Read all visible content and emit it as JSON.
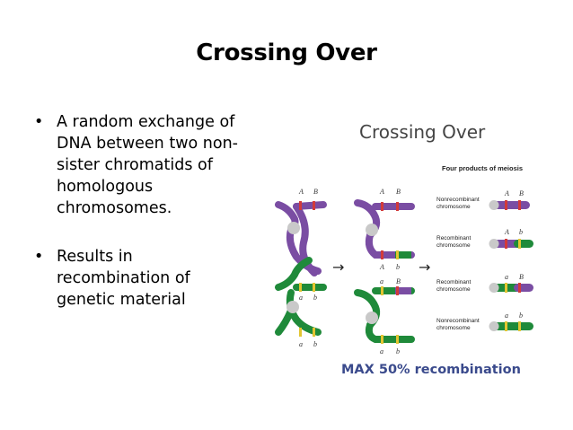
{
  "slide": {
    "title": "Crossing Over",
    "bullets": [
      "A random exchange of DNA between two non-sister chromatids of homologous chromosomes.",
      "Results in recombination of genetic material"
    ],
    "bullet_symbol": "•"
  },
  "figure": {
    "title": "Crossing Over",
    "products_heading": "Four products of meiosis",
    "products": [
      {
        "label_line1": "Nonrecombinant",
        "label_line2": "chromosome",
        "left_allele": "A",
        "right_allele": "B"
      },
      {
        "label_line1": "Recombinant",
        "label_line2": "chromosome",
        "left_allele": "A",
        "right_allele": "b"
      },
      {
        "label_line1": "Recombinant",
        "label_line2": "chromosome",
        "left_allele": "a",
        "right_allele": "B"
      },
      {
        "label_line1": "Nonrecombinant",
        "label_line2": "chromosome",
        "left_allele": "a",
        "right_allele": "b"
      }
    ],
    "upper_alleles": [
      "A",
      "B"
    ],
    "lower_alleles": [
      "a",
      "b"
    ],
    "arrow_symbol": "→",
    "footer": "MAX 50% recombination",
    "colors": {
      "purple": "#7a4da3",
      "green": "#1f8a3a",
      "centromere": "#c9c9c9",
      "band_red": "#d23a3a",
      "band_yellow": "#e3c531"
    }
  }
}
